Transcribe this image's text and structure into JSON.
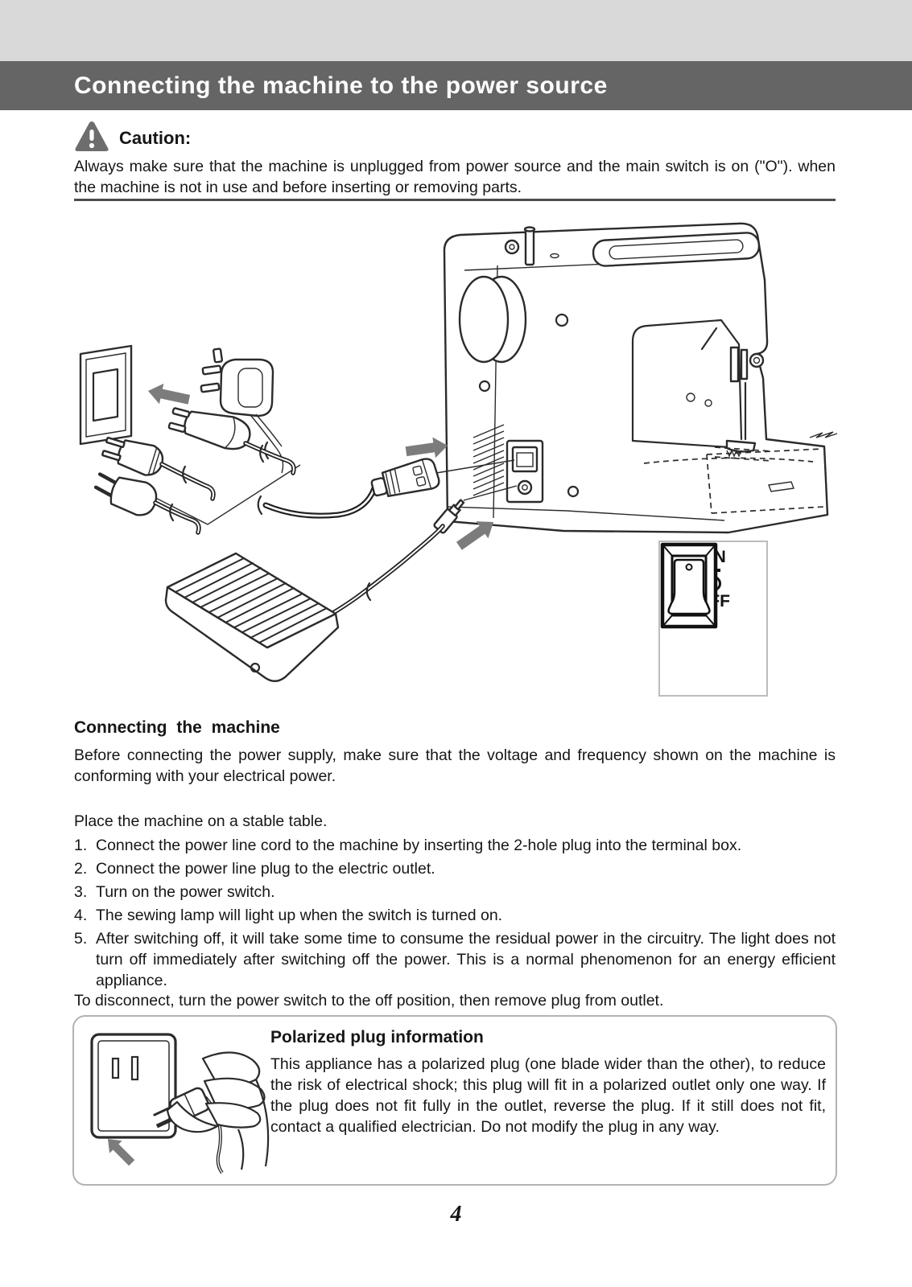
{
  "page": {
    "title": "Connecting the machine to the power source",
    "page_number": "4"
  },
  "caution": {
    "label": "Caution:",
    "text": "Always make sure that the machine is unplugged from power source and the main switch is on (\"O\"). when the machine is not in use and before inserting or removing parts."
  },
  "figure": {
    "switch": {
      "on_label": "ON",
      "off_label": "OFF",
      "off_symbol": "O"
    }
  },
  "connecting": {
    "heading": "Connecting the machine",
    "intro": "Before connecting the power supply, make sure that the voltage and frequency shown on the machine is conforming with your electrical power.",
    "place": "Place the machine on a stable table.",
    "steps": [
      {
        "n": "1.",
        "text": "Connect the power line cord to the machine by inserting the 2-hole plug into the terminal box."
      },
      {
        "n": "2.",
        "text": "Connect the power line plug to the electric outlet."
      },
      {
        "n": "3.",
        "text": "Turn on the power switch."
      },
      {
        "n": "4.",
        "text": "The sewing lamp will light up when the switch is turned on."
      },
      {
        "n": "5.",
        "text": "After switching off, it will take some time to consume the residual power in the circuitry. The light does not turn off immediately after switching off the power. This is a normal phenomenon for an energy efficient appliance."
      }
    ],
    "disconnect": "To disconnect, turn the power switch to the off position, then remove plug from outlet."
  },
  "polarized": {
    "heading": "Polarized plug information",
    "text": "This appliance has a polarized plug (one blade wider than the other), to reduce the risk of electrical shock; this plug will fit in a polarized outlet only one way. If the plug does not fit fully in the outlet, reverse the plug. If it still does not fit, contact a qualified electrician. Do not modify the plug in any way."
  },
  "colors": {
    "top_band": "#d9d9d9",
    "header_bg": "#656565",
    "header_text": "#ffffff",
    "arrow_gray": "#7c7c7c",
    "box_border": "#b3b3b3"
  }
}
